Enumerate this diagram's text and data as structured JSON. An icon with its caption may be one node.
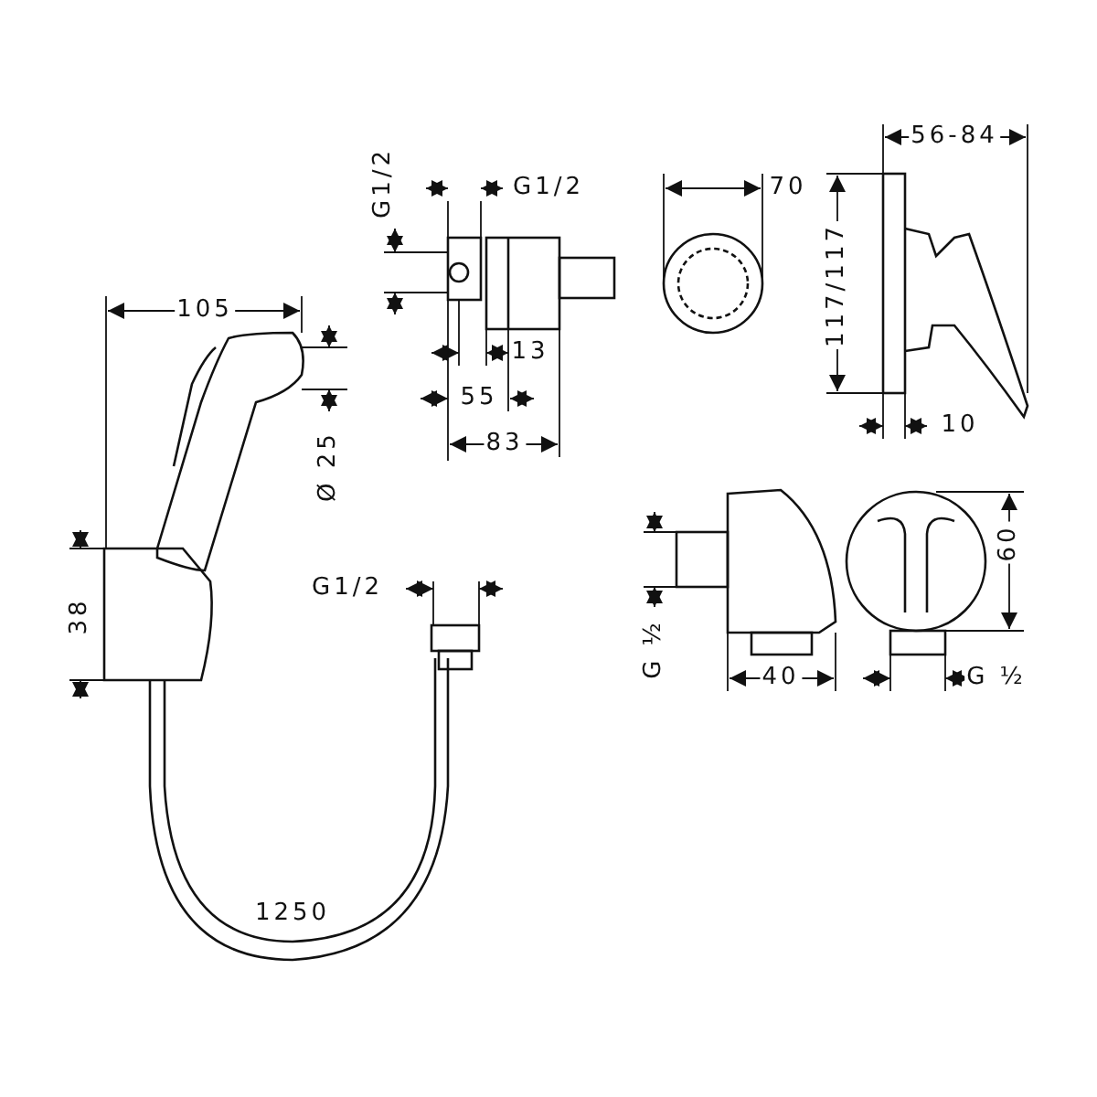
{
  "diagram": {
    "labels": [
      "56-84",
      "G1/2",
      "G1/2",
      "70",
      "117/117",
      "105",
      "13",
      "55",
      "83",
      "10",
      "Ø 25",
      "60",
      "38",
      "G1/2",
      "G ½",
      "40",
      "G ½",
      "1250"
    ]
  }
}
